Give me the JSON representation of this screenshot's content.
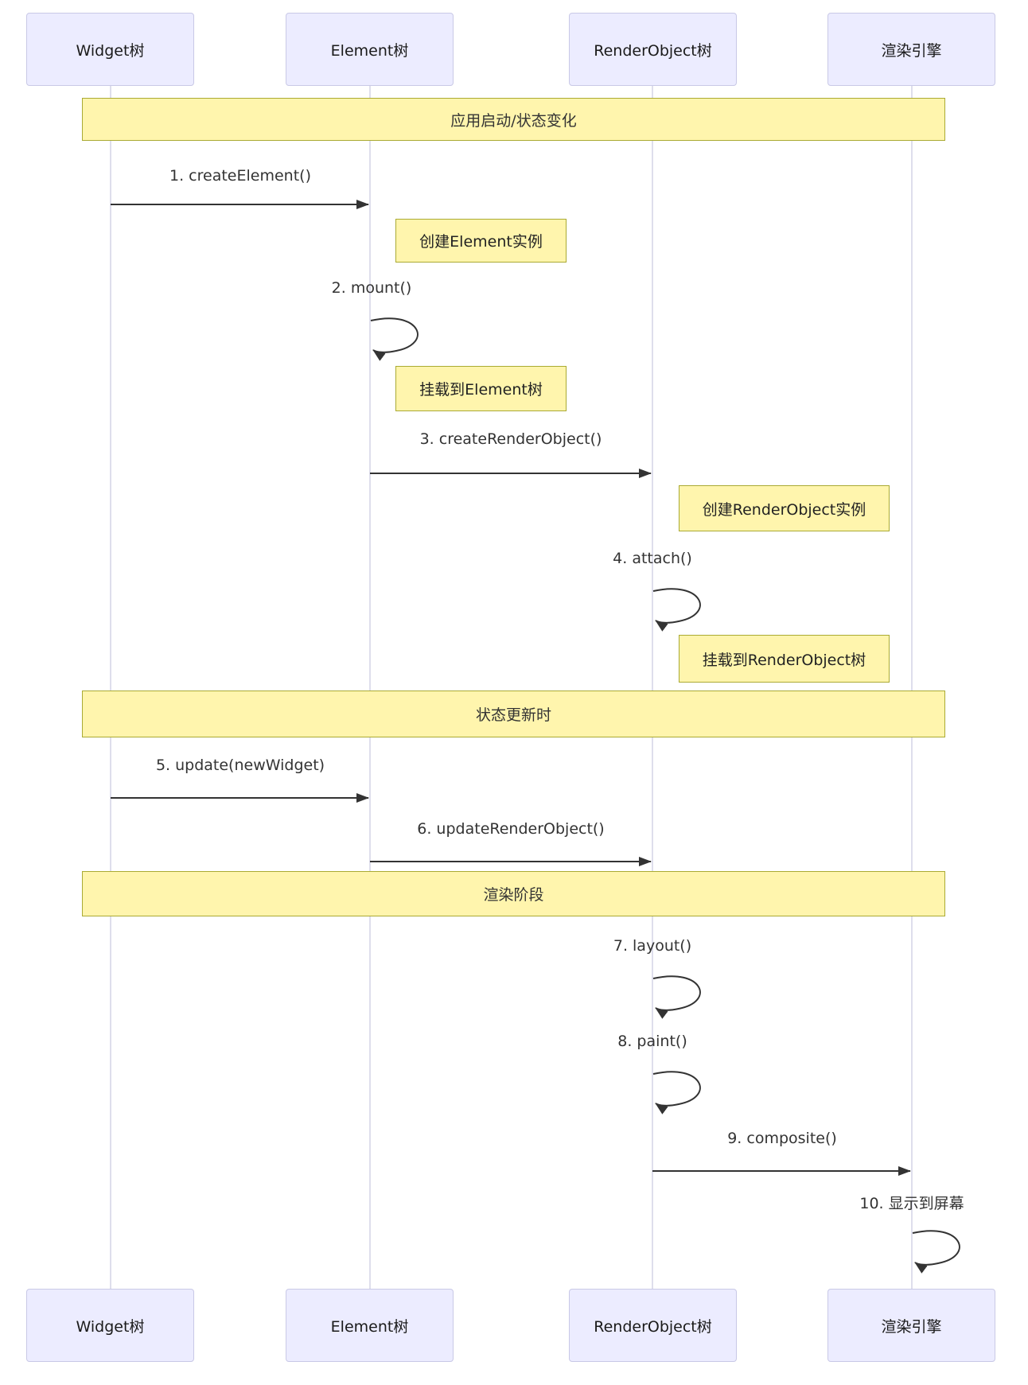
{
  "participants": [
    {
      "label": "Widget树"
    },
    {
      "label": "Element树"
    },
    {
      "label": "RenderObject树"
    },
    {
      "label": "渲染引擎"
    }
  ],
  "sections": [
    {
      "label": "应用启动/状态变化"
    },
    {
      "label": "状态更新时"
    },
    {
      "label": "渲染阶段"
    }
  ],
  "messages": [
    {
      "label": "1. createElement()",
      "from": "Widget树",
      "to": "Element树",
      "type": "arrow"
    },
    {
      "label": "2. mount()",
      "from": "Element树",
      "to": "Element树",
      "type": "self"
    },
    {
      "label": "3. createRenderObject()",
      "from": "Element树",
      "to": "RenderObject树",
      "type": "arrow"
    },
    {
      "label": "4. attach()",
      "from": "RenderObject树",
      "to": "RenderObject树",
      "type": "self"
    },
    {
      "label": "5. update(newWidget)",
      "from": "Widget树",
      "to": "Element树",
      "type": "arrow"
    },
    {
      "label": "6. updateRenderObject()",
      "from": "Element树",
      "to": "RenderObject树",
      "type": "arrow"
    },
    {
      "label": "7. layout()",
      "from": "RenderObject树",
      "to": "RenderObject树",
      "type": "self"
    },
    {
      "label": "8. paint()",
      "from": "RenderObject树",
      "to": "RenderObject树",
      "type": "self"
    },
    {
      "label": "9. composite()",
      "from": "RenderObject树",
      "to": "渲染引擎",
      "type": "arrow"
    },
    {
      "label": "10. 显示到屏幕",
      "from": "渲染引擎",
      "to": "渲染引擎",
      "type": "self"
    }
  ],
  "notes": [
    {
      "label": "创建Element实例",
      "over": "Element树"
    },
    {
      "label": "挂载到Element树",
      "over": "Element树"
    },
    {
      "label": "创建RenderObject实例",
      "over": "RenderObject树"
    },
    {
      "label": "挂载到RenderObject树",
      "over": "RenderObject树"
    }
  ],
  "colors": {
    "participant_fill": "#ECECFF",
    "participant_border": "#C9C9E6",
    "note_fill": "#FFF5AD",
    "note_border": "#AAAA33",
    "lifeline": "#D5D5E8",
    "arrow": "#333333"
  }
}
